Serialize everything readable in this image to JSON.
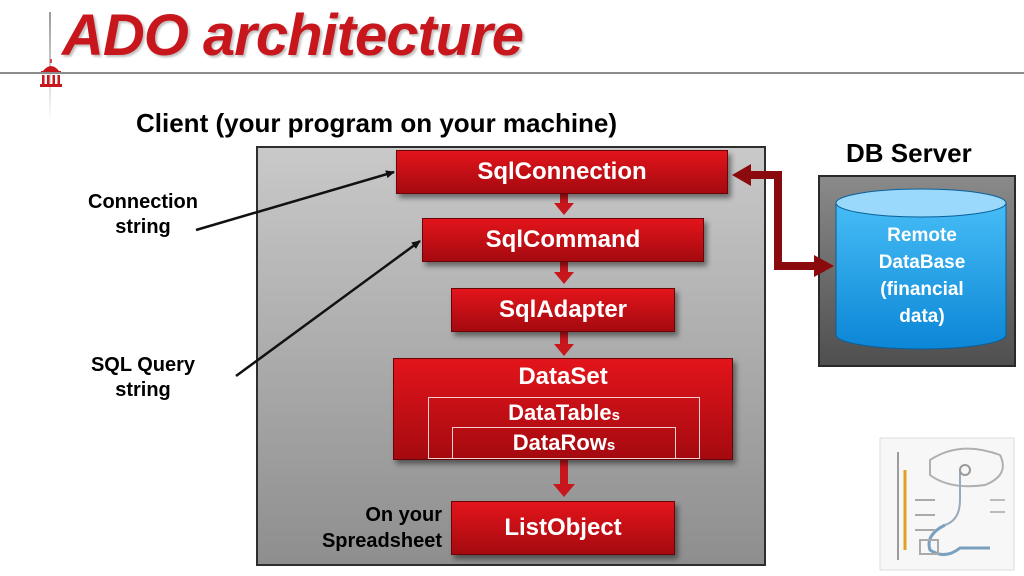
{
  "title": "ADO architecture",
  "client_caption": "Client (your program on your machine)",
  "server_caption": "DB Server",
  "components": {
    "sqlconnection": "SqlConnection",
    "sqlcommand": "SqlCommand",
    "sqladapter": "SqlAdapter",
    "dataset": "DataSet",
    "datatables": "DataTable",
    "datatables_suffix": "s",
    "datarows": "DataRow",
    "datarows_suffix": "s",
    "listobject": "ListObject"
  },
  "database": {
    "line1": "Remote",
    "line2": "DataBase",
    "line3": "(financial",
    "line4": "data)"
  },
  "side_labels": {
    "connection_line1": "Connection",
    "connection_line2": "string",
    "query_line1": "SQL Query",
    "query_line2": "string",
    "spreadsheet_line1": "On your",
    "spreadsheet_line2": "Spreadsheet"
  },
  "colors": {
    "title": "#c8161d",
    "box_red": "#d0101a",
    "connector_dark_red": "#8b0a0d",
    "database_blue": "#1fa6ee"
  },
  "icons": {
    "logo": "dome-building-icon",
    "clipart": "plumbing-pipes-icon"
  }
}
